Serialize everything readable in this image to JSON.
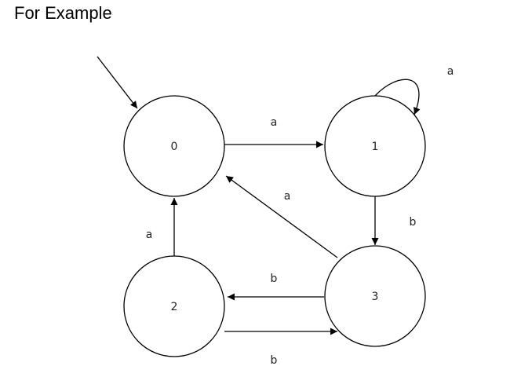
{
  "heading": "For Example",
  "states": [
    {
      "id": "s0",
      "label": "0"
    },
    {
      "id": "s1",
      "label": "1"
    },
    {
      "id": "s2",
      "label": "2"
    },
    {
      "id": "s3",
      "label": "3"
    }
  ],
  "start_state": "0",
  "transitions": [
    {
      "from": "0",
      "to": "1",
      "label": "a"
    },
    {
      "from": "1",
      "to": "1",
      "label": "a"
    },
    {
      "from": "1",
      "to": "3",
      "label": "b"
    },
    {
      "from": "3",
      "to": "0",
      "label": "a"
    },
    {
      "from": "3",
      "to": "2",
      "label": "b"
    },
    {
      "from": "2",
      "to": "0",
      "label": "a"
    },
    {
      "from": "2",
      "to": "3",
      "label": "b"
    }
  ],
  "colors": {
    "line": "#000000",
    "fill": "#ffffff",
    "text": "#222222"
  }
}
